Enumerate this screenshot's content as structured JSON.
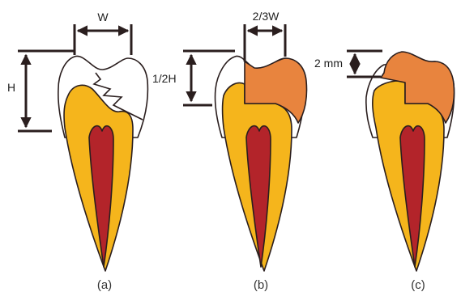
{
  "panels": [
    {
      "caption": "(a)",
      "dimension_label": "W",
      "side_label": "H"
    },
    {
      "caption": "(b)",
      "dimension_label": "2/3W",
      "side_label": "1/2H"
    },
    {
      "caption": "(c)",
      "dimension_label": "",
      "side_label": "2 mm"
    }
  ],
  "colors": {
    "enamel": "#ffffff",
    "dentin": "#f5b51c",
    "pulp": "#b3242a",
    "restoration": "#e8843e",
    "outline": "#2a1e1e"
  }
}
